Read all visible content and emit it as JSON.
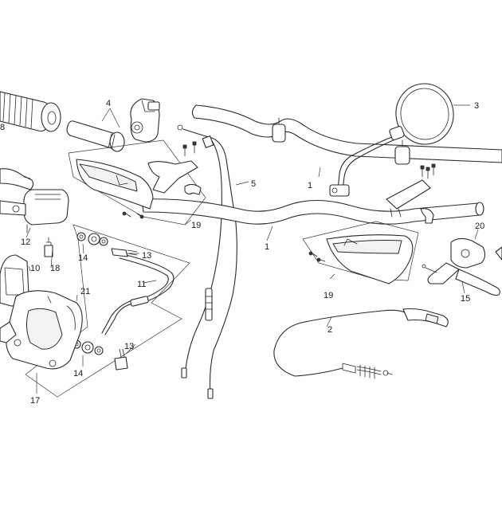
{
  "colors": {
    "line": "#2a2a2a",
    "background": "#ffffff"
  },
  "labels": {
    "p1a": "1",
    "p1b": "1",
    "p2": "2",
    "p3": "3",
    "p4": "4",
    "p5": "5",
    "p8": "8",
    "p10": "10",
    "p11": "11",
    "p12": "12",
    "p13a": "13",
    "p13b": "13",
    "p14a": "14",
    "p14b": "14",
    "p15": "15",
    "p17": "17",
    "p18": "18",
    "p19a": "19",
    "p19b": "19",
    "p20": "20",
    "p21": "21"
  }
}
